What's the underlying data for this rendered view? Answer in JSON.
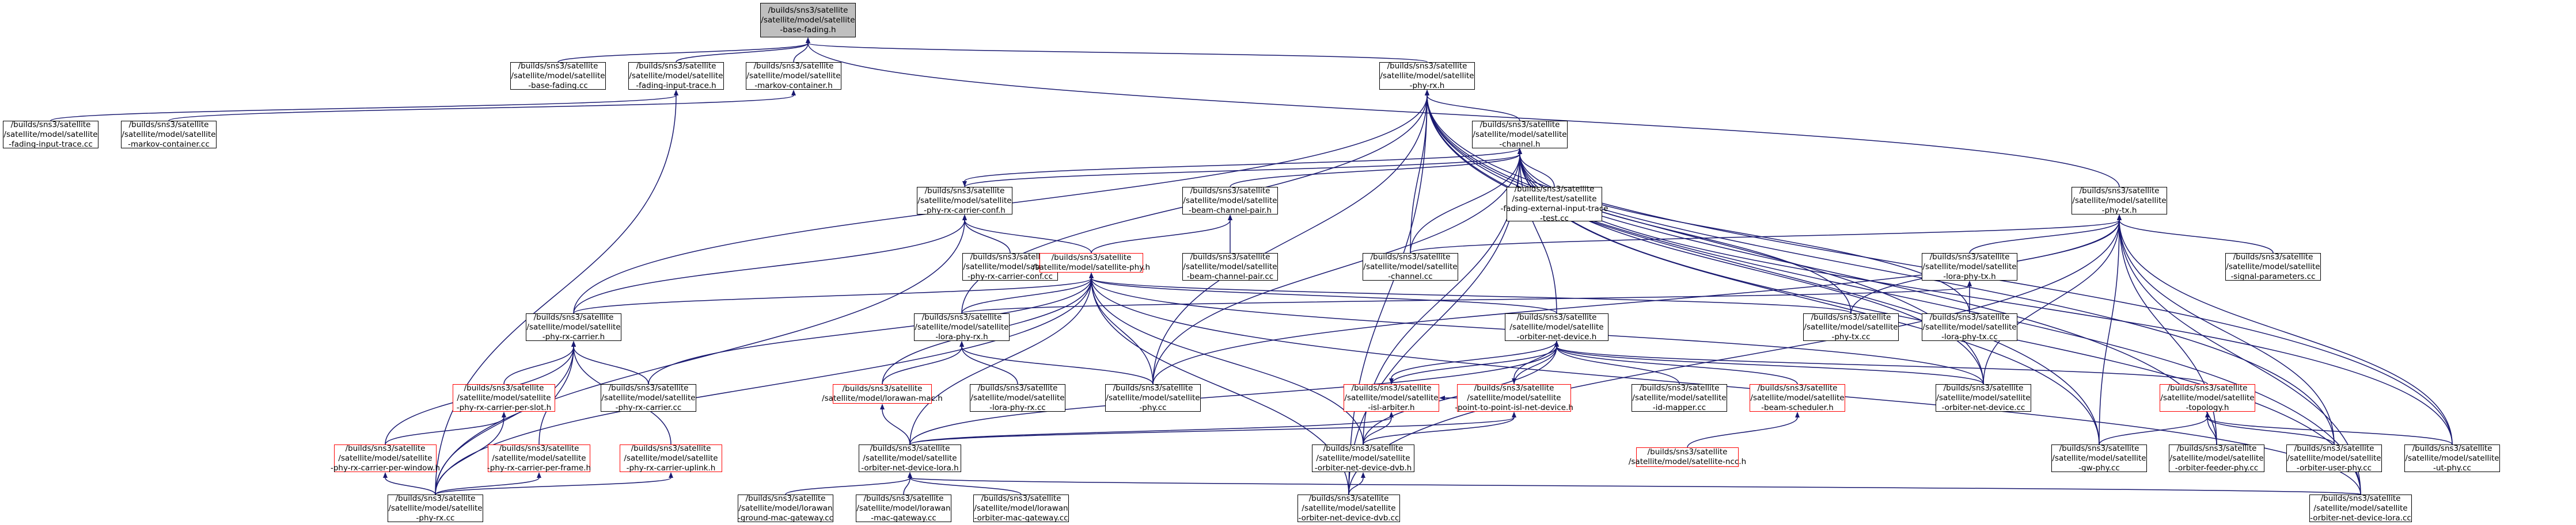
{
  "graph": {
    "edge_color": "#191970",
    "node_border_color": "#000000",
    "truncated_border_color": "#ff0000",
    "root_fill": "#bfbfbf",
    "nodes": [
      {
        "id": "base-fading-h",
        "lines": [
          "/builds/sns3/satellite",
          "/satellite/model/satellite",
          "-base-fading.h"
        ],
        "root": true
      },
      {
        "id": "base-fading-cc",
        "lines": [
          "/builds/sns3/satellite",
          "/satellite/model/satellite",
          "-base-fading.cc"
        ]
      },
      {
        "id": "fading-input-trace-h",
        "lines": [
          "/builds/sns3/satellite",
          "/satellite/model/satellite",
          "-fading-input-trace.h"
        ]
      },
      {
        "id": "markov-container-h",
        "lines": [
          "/builds/sns3/satellite",
          "/satellite/model/satellite",
          "-markov-container.h"
        ]
      },
      {
        "id": "phy-rx-h",
        "lines": [
          "/builds/sns3/satellite",
          "/satellite/model/satellite",
          "-phy-rx.h"
        ]
      },
      {
        "id": "fading-input-trace-cc",
        "lines": [
          "/builds/sns3/satellite",
          "/satellite/model/satellite",
          "-fading-input-trace.cc"
        ]
      },
      {
        "id": "markov-container-cc",
        "lines": [
          "/builds/sns3/satellite",
          "/satellite/model/satellite",
          "-markov-container.cc"
        ]
      },
      {
        "id": "channel-h",
        "lines": [
          "/builds/sns3/satellite",
          "/satellite/model/satellite",
          "-channel.h"
        ]
      },
      {
        "id": "phy-rx-carrier-conf-h",
        "lines": [
          "/builds/sns3/satellite",
          "/satellite/model/satellite",
          "-phy-rx-carrier-conf.h"
        ]
      },
      {
        "id": "beam-channel-pair-h",
        "lines": [
          "/builds/sns3/satellite",
          "/satellite/model/satellite",
          "-beam-channel-pair.h"
        ]
      },
      {
        "id": "fading-external-input-trace-test",
        "lines": [
          "/builds/sns3/satellite",
          "/satellite/test/satellite",
          "-fading-external-input-trace",
          "-test.cc"
        ]
      },
      {
        "id": "phy-tx-h",
        "lines": [
          "/builds/sns3/satellite",
          "/satellite/model/satellite",
          "-phy-tx.h"
        ]
      },
      {
        "id": "phy-rx-carrier-conf-cc",
        "lines": [
          "/builds/sns3/satellite",
          "/satellite/model/satellite",
          "-phy-rx-carrier-conf.cc"
        ]
      },
      {
        "id": "satellite-phy-h",
        "lines": [
          "/builds/sns3/satellite",
          "/satellite/model/satellite-phy.h"
        ],
        "truncated": true
      },
      {
        "id": "beam-channel-pair-cc",
        "lines": [
          "/builds/sns3/satellite",
          "/satellite/model/satellite",
          "-beam-channel-pair.cc"
        ]
      },
      {
        "id": "channel-cc",
        "lines": [
          "/builds/sns3/satellite",
          "/satellite/model/satellite",
          "-channel.cc"
        ]
      },
      {
        "id": "lora-phy-tx-h",
        "lines": [
          "/builds/sns3/satellite",
          "/satellite/model/satellite",
          "-lora-phy-tx.h"
        ]
      },
      {
        "id": "signal-parameters-cc",
        "lines": [
          "/builds/sns3/satellite",
          "/satellite/model/satellite",
          "-signal-parameters.cc"
        ]
      },
      {
        "id": "phy-rx-carrier-h",
        "lines": [
          "/builds/sns3/satellite",
          "/satellite/model/satellite",
          "-phy-rx-carrier.h"
        ]
      },
      {
        "id": "lora-phy-rx-h",
        "lines": [
          "/builds/sns3/satellite",
          "/satellite/model/satellite",
          "-lora-phy-rx.h"
        ]
      },
      {
        "id": "orbiter-net-device-h",
        "lines": [
          "/builds/sns3/satellite",
          "/satellite/model/satellite",
          "-orbiter-net-device.h"
        ]
      },
      {
        "id": "phy-tx-cc",
        "lines": [
          "/builds/sns3/satellite",
          "/satellite/model/satellite",
          "-phy-tx.cc"
        ]
      },
      {
        "id": "lora-phy-tx-cc",
        "lines": [
          "/builds/sns3/satellite",
          "/satellite/model/satellite",
          "-lora-phy-tx.cc"
        ]
      },
      {
        "id": "phy-rx-carrier-per-slot-h",
        "lines": [
          "/builds/sns3/satellite",
          "/satellite/model/satellite",
          "-phy-rx-carrier-per-slot.h"
        ],
        "truncated": true
      },
      {
        "id": "phy-rx-carrier-cc",
        "lines": [
          "/builds/sns3/satellite",
          "/satellite/model/satellite",
          "-phy-rx-carrier.cc"
        ]
      },
      {
        "id": "lorawan-mac-h",
        "lines": [
          "/builds/sns3/satellite",
          "/satellite/model/lorawan-mac.h"
        ],
        "truncated": true
      },
      {
        "id": "lora-phy-rx-cc",
        "lines": [
          "/builds/sns3/satellite",
          "/satellite/model/satellite",
          "-lora-phy-rx.cc"
        ]
      },
      {
        "id": "phy-cc",
        "lines": [
          "/builds/sns3/satellite",
          "/satellite/model/satellite",
          "-phy.cc"
        ]
      },
      {
        "id": "isl-arbiter-h",
        "lines": [
          "/builds/sns3/satellite",
          "/satellite/model/satellite",
          "-isl-arbiter.h"
        ],
        "truncated": true
      },
      {
        "id": "point-to-point-isl-net-device-h",
        "lines": [
          "/builds/sns3/satellite",
          "/satellite/model/satellite",
          "-point-to-point-isl-net-device.h"
        ],
        "truncated": true
      },
      {
        "id": "id-mapper-cc",
        "lines": [
          "/builds/sns3/satellite",
          "/satellite/model/satellite",
          "-id-mapper.cc"
        ]
      },
      {
        "id": "beam-scheduler-h",
        "lines": [
          "/builds/sns3/satellite",
          "/satellite/model/satellite",
          "-beam-scheduler.h"
        ],
        "truncated": true
      },
      {
        "id": "orbiter-net-device-cc",
        "lines": [
          "/builds/sns3/satellite",
          "/satellite/model/satellite",
          "-orbiter-net-device.cc"
        ]
      },
      {
        "id": "topology-h",
        "lines": [
          "/builds/sns3/satellite",
          "/satellite/model/satellite",
          "-topology.h"
        ],
        "truncated": true
      },
      {
        "id": "phy-rx-carrier-per-window-h",
        "lines": [
          "/builds/sns3/satellite",
          "/satellite/model/satellite",
          "-phy-rx-carrier-per-window.h"
        ],
        "truncated": true
      },
      {
        "id": "phy-rx-carrier-per-frame-h",
        "lines": [
          "/builds/sns3/satellite",
          "/satellite/model/satellite",
          "-phy-rx-carrier-per-frame.h"
        ],
        "truncated": true
      },
      {
        "id": "phy-rx-carrier-uplink-h",
        "lines": [
          "/builds/sns3/satellite",
          "/satellite/model/satellite",
          "-phy-rx-carrier-uplink.h"
        ],
        "truncated": true
      },
      {
        "id": "orbiter-net-device-lora-h",
        "lines": [
          "/builds/sns3/satellite",
          "/satellite/model/satellite",
          "-orbiter-net-device-lora.h"
        ]
      },
      {
        "id": "orbiter-net-device-dvb-h",
        "lines": [
          "/builds/sns3/satellite",
          "/satellite/model/satellite",
          "-orbiter-net-device-dvb.h"
        ]
      },
      {
        "id": "satellite-ncc-h",
        "lines": [
          "/builds/sns3/satellite",
          "/satellite/model/satellite-ncc.h"
        ],
        "truncated": true
      },
      {
        "id": "gw-phy-cc",
        "lines": [
          "/builds/sns3/satellite",
          "/satellite/model/satellite",
          "-gw-phy.cc"
        ]
      },
      {
        "id": "orbiter-feeder-phy-cc",
        "lines": [
          "/builds/sns3/satellite",
          "/satellite/model/satellite",
          "-orbiter-feeder-phy.cc"
        ]
      },
      {
        "id": "orbiter-user-phy-cc",
        "lines": [
          "/builds/sns3/satellite",
          "/satellite/model/satellite",
          "-orbiter-user-phy.cc"
        ]
      },
      {
        "id": "ut-phy-cc",
        "lines": [
          "/builds/sns3/satellite",
          "/satellite/model/satellite",
          "-ut-phy.cc"
        ]
      },
      {
        "id": "phy-rx-cc",
        "lines": [
          "/builds/sns3/satellite",
          "/satellite/model/satellite",
          "-phy-rx.cc"
        ]
      },
      {
        "id": "lorawan-ground-mac-gateway-cc",
        "lines": [
          "/builds/sns3/satellite",
          "/satellite/model/lorawan",
          "-ground-mac-gateway.cc"
        ]
      },
      {
        "id": "lorawan-mac-gateway-cc",
        "lines": [
          "/builds/sns3/satellite",
          "/satellite/model/lorawan",
          "-mac-gateway.cc"
        ]
      },
      {
        "id": "lorawan-orbiter-mac-gateway-cc",
        "lines": [
          "/builds/sns3/satellite",
          "/satellite/model/lorawan",
          "-orbiter-mac-gateway.cc"
        ]
      },
      {
        "id": "orbiter-net-device-dvb-cc",
        "lines": [
          "/builds/sns3/satellite",
          "/satellite/model/satellite",
          "-orbiter-net-device-dvb.cc"
        ]
      },
      {
        "id": "orbiter-net-device-lora-cc",
        "lines": [
          "/builds/sns3/satellite",
          "/satellite/model/satellite",
          "-orbiter-net-device-lora.cc"
        ]
      }
    ],
    "edges": [
      [
        "base-fading-cc",
        "base-fading-h"
      ],
      [
        "fading-input-trace-h",
        "base-fading-h"
      ],
      [
        "markov-container-h",
        "base-fading-h"
      ],
      [
        "phy-rx-h",
        "base-fading-h"
      ],
      [
        "phy-tx-h",
        "base-fading-h"
      ],
      [
        "fading-input-trace-cc",
        "fading-input-trace-h"
      ],
      [
        "phy-rx-cc",
        "fading-input-trace-h"
      ],
      [
        "markov-container-cc",
        "markov-container-h"
      ],
      [
        "channel-h",
        "phy-rx-h"
      ],
      [
        "phy-rx-carrier-h",
        "phy-rx-h"
      ],
      [
        "channel-cc",
        "phy-rx-h"
      ],
      [
        "phy-cc",
        "phy-rx-h"
      ],
      [
        "orbiter-net-device-cc",
        "phy-rx-h"
      ],
      [
        "gw-phy-cc",
        "phy-rx-h"
      ],
      [
        "orbiter-feeder-phy-cc",
        "phy-rx-h"
      ],
      [
        "orbiter-user-phy-cc",
        "phy-rx-h"
      ],
      [
        "ut-phy-cc",
        "phy-rx-h"
      ],
      [
        "orbiter-net-device-lora-cc",
        "phy-rx-h"
      ],
      [
        "orbiter-net-device-dvb-cc",
        "phy-rx-h"
      ],
      [
        "lora-phy-rx-h",
        "phy-rx-h"
      ],
      [
        "phy-rx-carrier-conf-h",
        "channel-h"
      ],
      [
        "beam-channel-pair-h",
        "channel-h"
      ],
      [
        "fading-external-input-trace-test",
        "channel-h"
      ],
      [
        "channel-cc",
        "channel-h"
      ],
      [
        "orbiter-net-device-h",
        "channel-h"
      ],
      [
        "phy-cc",
        "channel-h"
      ],
      [
        "lora-phy-tx-cc",
        "channel-h"
      ],
      [
        "phy-tx-cc",
        "channel-h"
      ],
      [
        "orbiter-net-device-cc",
        "channel-h"
      ],
      [
        "gw-phy-cc",
        "channel-h"
      ],
      [
        "ut-phy-cc",
        "channel-h"
      ],
      [
        "orbiter-net-device-dvb-h",
        "channel-h"
      ],
      [
        "orbiter-net-device-lora-cc",
        "channel-h"
      ],
      [
        "orbiter-net-device-dvb-cc",
        "channel-h"
      ],
      [
        "channel-h",
        "phy-rx-carrier-conf-h"
      ],
      [
        "phy-rx-carrier-conf-cc",
        "phy-rx-carrier-conf-h"
      ],
      [
        "satellite-phy-h",
        "phy-rx-carrier-conf-h"
      ],
      [
        "phy-rx-carrier-h",
        "phy-rx-carrier-conf-h"
      ],
      [
        "phy-rx-cc",
        "phy-rx-carrier-conf-h"
      ],
      [
        "beam-channel-pair-cc",
        "beam-channel-pair-h"
      ],
      [
        "satellite-phy-h",
        "beam-channel-pair-h"
      ],
      [
        "channel-cc",
        "phy-tx-h"
      ],
      [
        "lora-phy-tx-h",
        "phy-tx-h"
      ],
      [
        "signal-parameters-cc",
        "phy-tx-h"
      ],
      [
        "phy-tx-cc",
        "phy-tx-h"
      ],
      [
        "phy-cc",
        "phy-tx-h"
      ],
      [
        "gw-phy-cc",
        "phy-tx-h"
      ],
      [
        "orbiter-feeder-phy-cc",
        "phy-tx-h"
      ],
      [
        "orbiter-user-phy-cc",
        "phy-tx-h"
      ],
      [
        "ut-phy-cc",
        "phy-tx-h"
      ],
      [
        "orbiter-net-device-cc",
        "phy-tx-h"
      ],
      [
        "orbiter-net-device-lora-cc",
        "phy-tx-h"
      ],
      [
        "orbiter-net-device-dvb-cc",
        "phy-tx-h"
      ],
      [
        "lora-phy-tx-cc",
        "lora-phy-tx-h"
      ],
      [
        "lora-phy-rx-h",
        "lora-phy-tx-h"
      ],
      [
        "phy-rx-carrier-h",
        "satellite-phy-h"
      ],
      [
        "lora-phy-rx-h",
        "satellite-phy-h"
      ],
      [
        "orbiter-net-device-h",
        "satellite-phy-h"
      ],
      [
        "phy-tx-cc",
        "satellite-phy-h"
      ],
      [
        "phy-rx-carrier-cc",
        "satellite-phy-h"
      ],
      [
        "lorawan-mac-h",
        "satellite-phy-h"
      ],
      [
        "phy-cc",
        "satellite-phy-h"
      ],
      [
        "orbiter-net-device-cc",
        "satellite-phy-h"
      ],
      [
        "orbiter-net-device-lora-h",
        "satellite-phy-h"
      ],
      [
        "orbiter-net-device-dvb-h",
        "satellite-phy-h"
      ],
      [
        "phy-rx-cc",
        "satellite-phy-h"
      ],
      [
        "orbiter-net-device-dvb-cc",
        "satellite-phy-h"
      ],
      [
        "orbiter-net-device-lora-cc",
        "satellite-phy-h"
      ],
      [
        "phy-rx-carrier-per-slot-h",
        "phy-rx-carrier-h"
      ],
      [
        "phy-rx-carrier-cc",
        "phy-rx-carrier-h"
      ],
      [
        "phy-rx-carrier-per-window-h",
        "phy-rx-carrier-h"
      ],
      [
        "phy-rx-carrier-per-frame-h",
        "phy-rx-carrier-h"
      ],
      [
        "phy-rx-carrier-uplink-h",
        "phy-rx-carrier-h"
      ],
      [
        "phy-rx-cc",
        "phy-rx-carrier-h"
      ],
      [
        "lorawan-mac-h",
        "lora-phy-rx-h"
      ],
      [
        "lora-phy-rx-cc",
        "lora-phy-rx-h"
      ],
      [
        "phy-cc",
        "lora-phy-rx-h"
      ],
      [
        "isl-arbiter-h",
        "orbiter-net-device-h"
      ],
      [
        "point-to-point-isl-net-device-h",
        "orbiter-net-device-h"
      ],
      [
        "id-mapper-cc",
        "orbiter-net-device-h"
      ],
      [
        "beam-scheduler-h",
        "orbiter-net-device-h"
      ],
      [
        "orbiter-net-device-cc",
        "orbiter-net-device-h"
      ],
      [
        "topology-h",
        "orbiter-net-device-h"
      ],
      [
        "orbiter-net-device-lora-h",
        "orbiter-net-device-h"
      ],
      [
        "orbiter-net-device-dvb-h",
        "orbiter-net-device-h"
      ],
      [
        "orbiter-net-device-h",
        "isl-arbiter-h"
      ],
      [
        "orbiter-net-device-h",
        "point-to-point-isl-net-device-h"
      ],
      [
        "point-to-point-isl-net-device-h",
        "isl-arbiter-h"
      ],
      [
        "satellite-ncc-h",
        "beam-scheduler-h"
      ],
      [
        "gw-phy-cc",
        "topology-h"
      ],
      [
        "orbiter-feeder-phy-cc",
        "topology-h"
      ],
      [
        "orbiter-user-phy-cc",
        "topology-h"
      ],
      [
        "ut-phy-cc",
        "topology-h"
      ],
      [
        "phy-rx-carrier-per-window-h",
        "phy-rx-carrier-per-slot-h"
      ],
      [
        "phy-rx-cc",
        "phy-rx-carrier-per-slot-h"
      ],
      [
        "phy-rx-cc",
        "phy-rx-carrier-per-window-h"
      ],
      [
        "phy-rx-cc",
        "phy-rx-carrier-per-frame-h"
      ],
      [
        "phy-rx-cc",
        "phy-rx-carrier-uplink-h"
      ],
      [
        "orbiter-net-device-lora-h",
        "lorawan-mac-h"
      ],
      [
        "lorawan-ground-mac-gateway-cc",
        "orbiter-net-device-lora-h"
      ],
      [
        "lorawan-mac-gateway-cc",
        "orbiter-net-device-lora-h"
      ],
      [
        "lorawan-orbiter-mac-gateway-cc",
        "orbiter-net-device-lora-h"
      ],
      [
        "orbiter-net-device-lora-cc",
        "orbiter-net-device-lora-h"
      ],
      [
        "orbiter-net-device-lora-h",
        "isl-arbiter-h"
      ],
      [
        "orbiter-net-device-lora-h",
        "point-to-point-isl-net-device-h"
      ],
      [
        "orbiter-net-device-dvb-h",
        "isl-arbiter-h"
      ],
      [
        "orbiter-net-device-dvb-h",
        "point-to-point-isl-net-device-h"
      ],
      [
        "orbiter-net-device-dvb-cc",
        "orbiter-net-device-dvb-h"
      ]
    ]
  }
}
